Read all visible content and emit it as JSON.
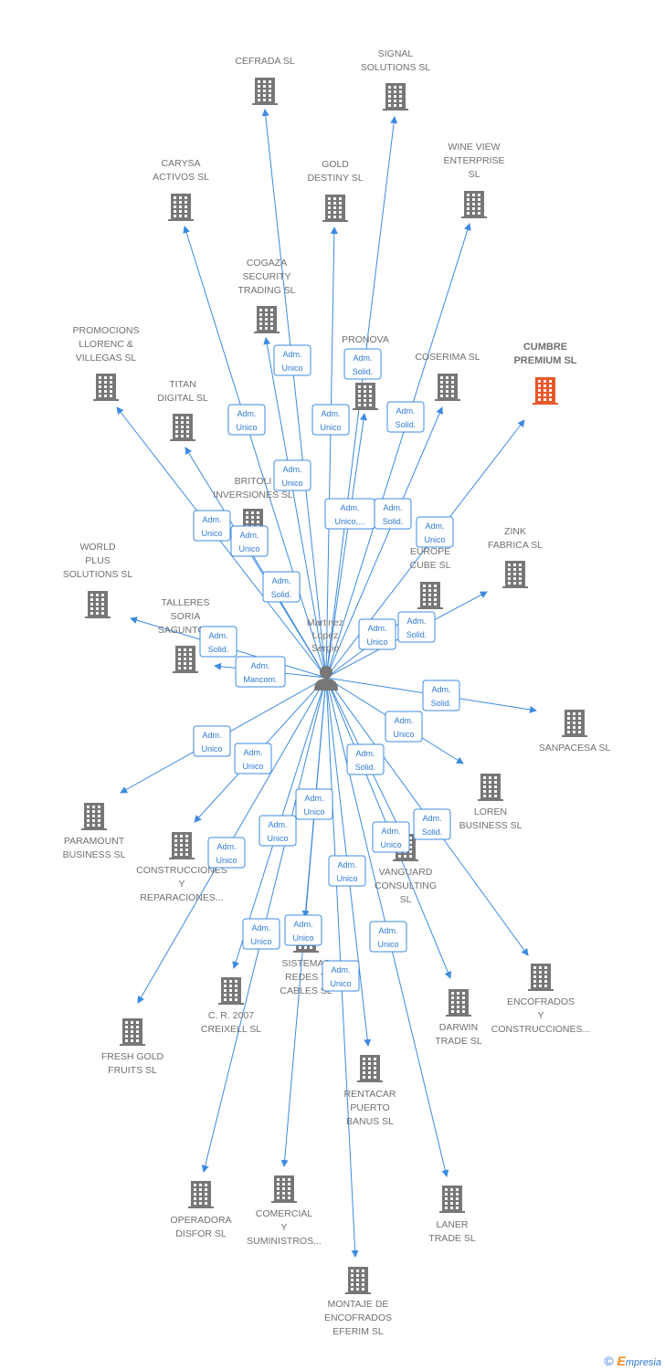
{
  "colors": {
    "accent": "#3d8be0",
    "highlight": "#e8582a",
    "building": "#777777",
    "text": "#707070"
  },
  "center": {
    "label_lines": [
      "Martinez",
      "Lopez",
      "Sergio"
    ],
    "icon": "person-icon"
  },
  "companies": [
    {
      "id": "cefrada",
      "lines": [
        "CEFRADA SL"
      ],
      "highlight": false
    },
    {
      "id": "signal",
      "lines": [
        "SIGNAL",
        "SOLUTIONS  SL"
      ],
      "highlight": false
    },
    {
      "id": "wineview",
      "lines": [
        "WINE VIEW",
        "ENTERPRISE",
        "SL"
      ],
      "highlight": false
    },
    {
      "id": "carysa",
      "lines": [
        "CARYSA",
        "ACTIVOS  SL"
      ],
      "highlight": false
    },
    {
      "id": "golddestiny",
      "lines": [
        "GOLD",
        "DESTINY  SL"
      ],
      "highlight": false
    },
    {
      "id": "cogaza",
      "lines": [
        "COGAZA",
        "SECURITY",
        "TRADING SL"
      ],
      "highlight": false
    },
    {
      "id": "promociones",
      "lines": [
        "PROMOCIONS",
        "LLORENC &",
        "VILLEGAS SL"
      ],
      "highlight": false
    },
    {
      "id": "pronova",
      "lines": [
        "PRONOVA",
        "S...OS"
      ],
      "highlight": false
    },
    {
      "id": "coserima",
      "lines": [
        "COSERIMA  SL"
      ],
      "highlight": false
    },
    {
      "id": "cumbre",
      "lines": [
        "CUMBRE",
        "PREMIUM  SL"
      ],
      "highlight": true
    },
    {
      "id": "titan",
      "lines": [
        "TITAN",
        "DIGITAL  SL"
      ],
      "highlight": false
    },
    {
      "id": "britoli",
      "lines": [
        "BRITOLI",
        "INVERSIONES SL"
      ],
      "highlight": false
    },
    {
      "id": "zink",
      "lines": [
        "ZINK",
        "FABRICA SL"
      ],
      "highlight": false
    },
    {
      "id": "worldplus",
      "lines": [
        "WORLD",
        "PLUS",
        "SOLUTIONS  SL"
      ],
      "highlight": false
    },
    {
      "id": "europecube",
      "lines": [
        "EUROPE",
        "CUBE  SL"
      ],
      "highlight": false
    },
    {
      "id": "talleres",
      "lines": [
        "TALLERES",
        "SORIA",
        "SAGUNTO..."
      ],
      "highlight": false
    },
    {
      "id": "sanpacesa",
      "lines": [
        "SANPACESA  SL"
      ],
      "highlight": false
    },
    {
      "id": "loren",
      "lines": [
        "LOREN",
        "BUSINESS  SL"
      ],
      "highlight": false
    },
    {
      "id": "paramount",
      "lines": [
        "PARAMOUNT",
        "BUSINESS SL"
      ],
      "highlight": false
    },
    {
      "id": "construcciones",
      "lines": [
        "CONSTRUCCIONES",
        "Y",
        "REPARACIONES..."
      ],
      "highlight": false
    },
    {
      "id": "vanguard",
      "lines": [
        "VANGUARD",
        "CONSULTING",
        "SL"
      ],
      "highlight": false
    },
    {
      "id": "sistemas",
      "lines": [
        "SISTEMAS",
        "REDES Y",
        "CABLES  SL"
      ],
      "highlight": false
    },
    {
      "id": "encofrados",
      "lines": [
        "ENCOFRADOS",
        "Y",
        "CONSTRUCCIONES..."
      ],
      "highlight": false
    },
    {
      "id": "cr2007",
      "lines": [
        "C. R. 2007",
        "CREIXELL SL"
      ],
      "highlight": false
    },
    {
      "id": "darwin",
      "lines": [
        "DARWIN",
        "TRADE  SL"
      ],
      "highlight": false
    },
    {
      "id": "freshgold",
      "lines": [
        "FRESH GOLD",
        "FRUITS  SL"
      ],
      "highlight": false
    },
    {
      "id": "rentacar",
      "lines": [
        "RENTACAR",
        "PUERTO",
        "BANUS SL"
      ],
      "highlight": false
    },
    {
      "id": "operadora",
      "lines": [
        "OPERADORA",
        "DISFOR  SL"
      ],
      "highlight": false
    },
    {
      "id": "comercial",
      "lines": [
        "COMERCIAL",
        "Y",
        "SUMINISTROS..."
      ],
      "highlight": false
    },
    {
      "id": "laner",
      "lines": [
        "LANER",
        "TRADE  SL"
      ],
      "highlight": false
    },
    {
      "id": "montaje",
      "lines": [
        "MONTAJE DE",
        "ENCOFRADOS",
        "EFERIM SL"
      ],
      "highlight": false
    }
  ],
  "roles": [
    {
      "lines": [
        "Adm.",
        "Unico"
      ]
    },
    {
      "lines": [
        "Adm.",
        "Solid."
      ]
    },
    {
      "lines": [
        "Adm.",
        "Solid."
      ]
    },
    {
      "lines": [
        "Adm.",
        "Unico"
      ]
    },
    {
      "lines": [
        "Adm.",
        "Unico"
      ]
    },
    {
      "lines": [
        "Adm.",
        "Unico"
      ]
    },
    {
      "lines": [
        "Adm.",
        "Unico,..."
      ]
    },
    {
      "lines": [
        "Adm.",
        "Solid."
      ]
    },
    {
      "lines": [
        "Adm.",
        "Unico"
      ]
    },
    {
      "lines": [
        "Adm.",
        "Unico"
      ]
    },
    {
      "lines": [
        "Adm.",
        "Unico"
      ]
    },
    {
      "lines": [
        "Adm.",
        "Solid."
      ]
    },
    {
      "lines": [
        "Adm.",
        "Solid."
      ]
    },
    {
      "lines": [
        "Adm.",
        "Unico"
      ]
    },
    {
      "lines": [
        "Adm.",
        "Solid."
      ]
    },
    {
      "lines": [
        "Adm.",
        "Mancom."
      ]
    },
    {
      "lines": [
        "Adm.",
        "Solid."
      ]
    },
    {
      "lines": [
        "Adm.",
        "Unico"
      ]
    },
    {
      "lines": [
        "Adm.",
        "Unico"
      ]
    },
    {
      "lines": [
        "Adm.",
        "Unico"
      ]
    },
    {
      "lines": [
        "Adm.",
        "Solid."
      ]
    },
    {
      "lines": [
        "Adm.",
        "Unico"
      ]
    },
    {
      "lines": [
        "Adm.",
        "Solid."
      ]
    },
    {
      "lines": [
        "Adm.",
        "Unico"
      ]
    },
    {
      "lines": [
        "Adm.",
        "Unico"
      ]
    },
    {
      "lines": [
        "Adm.",
        "Unico"
      ]
    },
    {
      "lines": [
        "Adm.",
        "Unico"
      ]
    },
    {
      "lines": [
        "Adm.",
        "Unico"
      ]
    },
    {
      "lines": [
        "Adm.",
        "Unico"
      ]
    },
    {
      "lines": [
        "Adm.",
        "Unico"
      ]
    },
    {
      "lines": [
        "Adm.",
        "Unico"
      ]
    }
  ],
  "footer": {
    "copyright": "©",
    "brand_initial": "E",
    "brand_rest": "mpresia"
  }
}
